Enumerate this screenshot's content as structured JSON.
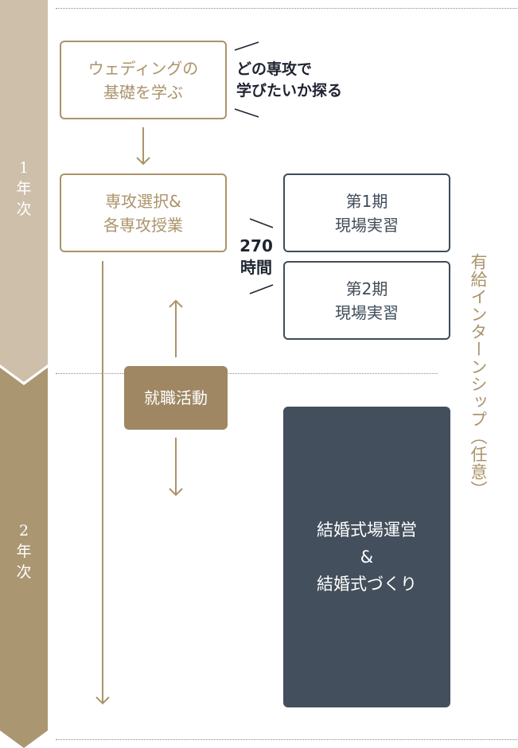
{
  "years": {
    "first": "1\n年\n次",
    "second": "2\n年\n次"
  },
  "steps": {
    "basics": "ウェディングの\n基礎を学ぶ",
    "major": "専攻選択&\n各専攻授業",
    "job": "就職活動",
    "intern1": "第1期\n現場実習",
    "intern2": "第2期\n現場実習",
    "venue": "結婚式場運営\n&\n結婚式づくり"
  },
  "callouts": {
    "explore": "どの専攻で\n学びたいか探る",
    "hours": "270\n時間"
  },
  "side_label": "有給インターンシップ（任意）",
  "colors": {
    "gold": "#ab936a",
    "beige_bar": "#cdbfaa",
    "brown_bar": "#ab9672",
    "navy": "#3f4c59",
    "dark_panel": "#434f5c"
  }
}
